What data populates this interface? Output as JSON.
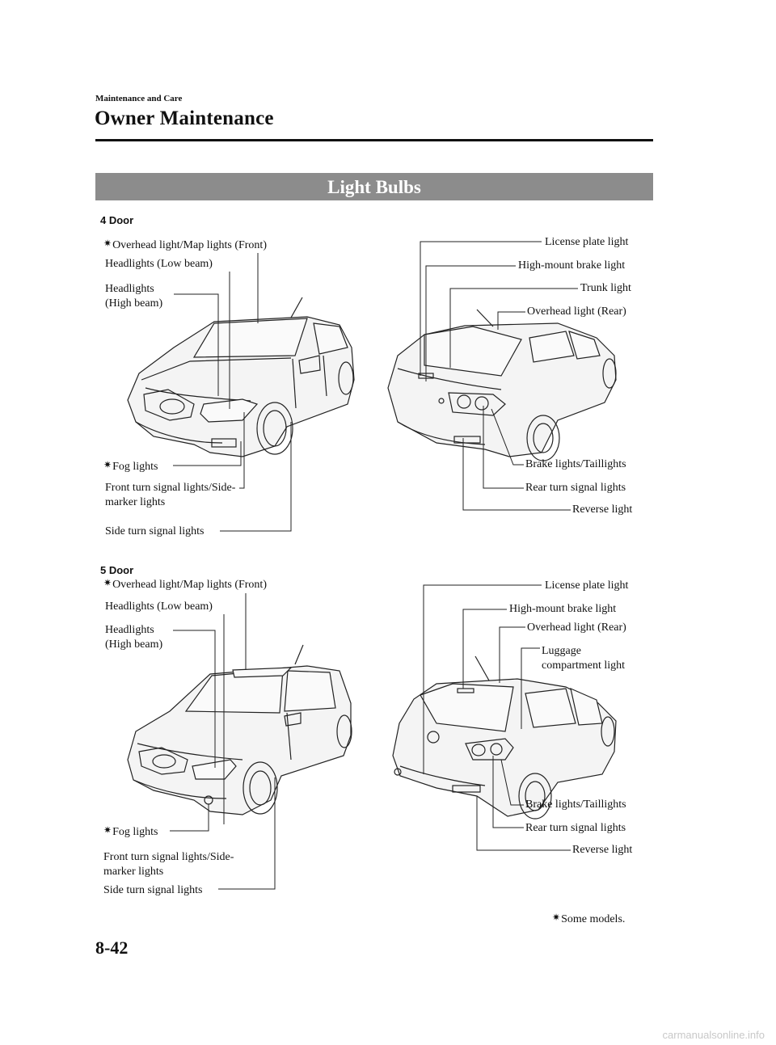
{
  "header": {
    "section": "Maintenance and Care",
    "title": "Owner Maintenance"
  },
  "banner": {
    "title": "Light Bulbs"
  },
  "door4": {
    "label": "4 Door",
    "front": {
      "overhead_front": "Overhead light/Map lights (Front)",
      "headlights_low": "Headlights (Low beam)",
      "headlights_high": "Headlights\n(High beam)",
      "fog": "Fog lights",
      "front_turn": "Front turn signal lights/Side-marker lights",
      "side_turn": "Side turn signal lights"
    },
    "rear": {
      "license": "License plate light",
      "high_mount": "High-mount brake light",
      "trunk": "Trunk light",
      "overhead_rear": "Overhead light (Rear)",
      "brake_tail": "Brake lights/Taillights",
      "rear_turn": "Rear turn signal lights",
      "reverse": "Reverse light"
    }
  },
  "door5": {
    "label": "5 Door",
    "front": {
      "overhead_front": "Overhead light/Map lights (Front)",
      "headlights_low": "Headlights (Low beam)",
      "headlights_high": "Headlights\n(High beam)",
      "fog": "Fog lights",
      "front_turn": "Front turn signal lights/Side-\nmarker lights",
      "side_turn": "Side turn signal lights"
    },
    "rear": {
      "license": "License plate light",
      "high_mount": "High-mount brake light",
      "overhead_rear": "Overhead light (Rear)",
      "luggage": "Luggage\ncompartment light",
      "brake_tail": "Brake lights/Taillights",
      "rear_turn": "Rear turn signal lights",
      "reverse": "Reverse light"
    }
  },
  "note": "Some models.",
  "star_symbol": "✷",
  "page_number": "8-42",
  "footer": "carmanualsonline.info"
}
